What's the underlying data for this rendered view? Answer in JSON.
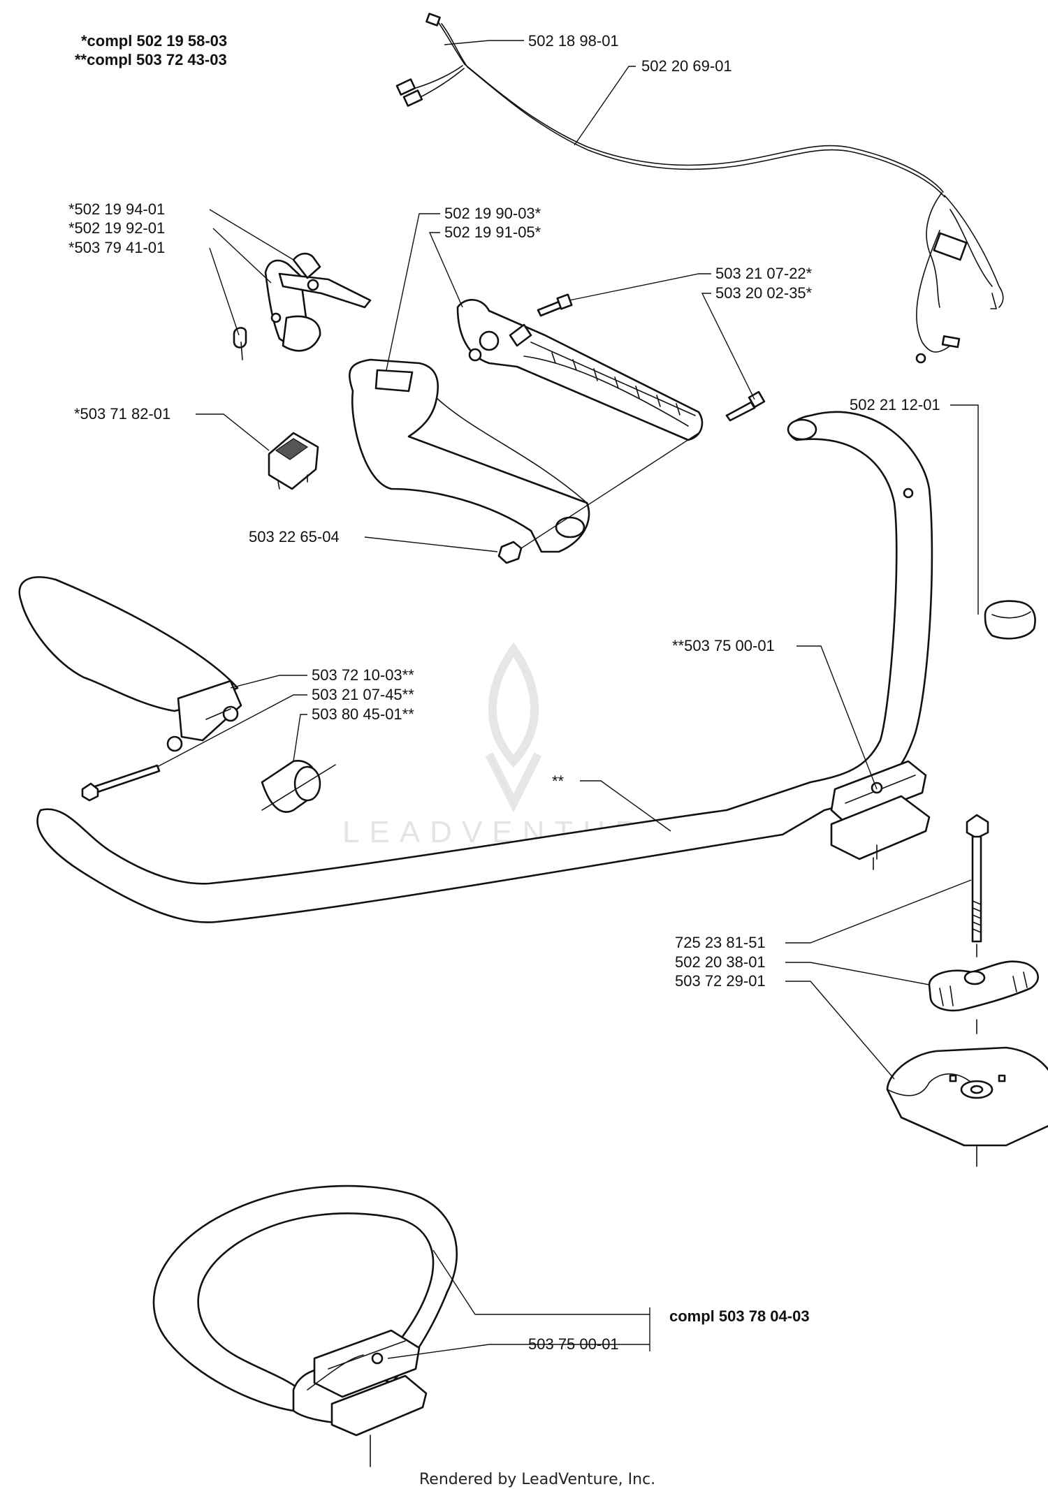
{
  "kits": {
    "kit1": "*compl 502 19 58-03",
    "kit2": "**compl 503 72 43-03",
    "kit3": "compl 503 78 04-03"
  },
  "labels": {
    "l_502_18_98_01": "502 18 98-01",
    "l_502_20_69_01": "502 20 69-01",
    "l_502_19_94_01": "*502 19 94-01",
    "l_502_19_92_01": "*502 19 92-01",
    "l_503_79_41_01": "*503 79 41-01",
    "l_502_19_90_03": "502 19 90-03*",
    "l_502_19_91_05": "502 19 91-05*",
    "l_503_21_07_22": "503 21 07-22*",
    "l_503_20_02_35": "503 20 02-35*",
    "l_503_71_82_01": "*503 71 82-01",
    "l_502_21_12_01": "502 21 12-01",
    "l_503_22_65_04": "503 22 65-04",
    "l_503_75_00_01_a": "**503 75 00-01",
    "l_503_72_10_03": "503 72 10-03**",
    "l_503_21_07_45": "503 21 07-45**",
    "l_503_80_45_01": "503 80 45-01**",
    "l_star2": "**",
    "l_725_23_81_51": "725 23 81-51",
    "l_502_20_38_01": "502 20 38-01",
    "l_503_72_29_01": "503 72 29-01",
    "l_503_75_00_01_b": "503 75 00-01"
  },
  "watermark": "LEADVENTURE",
  "footer": "Rendered by LeadVenture, Inc."
}
